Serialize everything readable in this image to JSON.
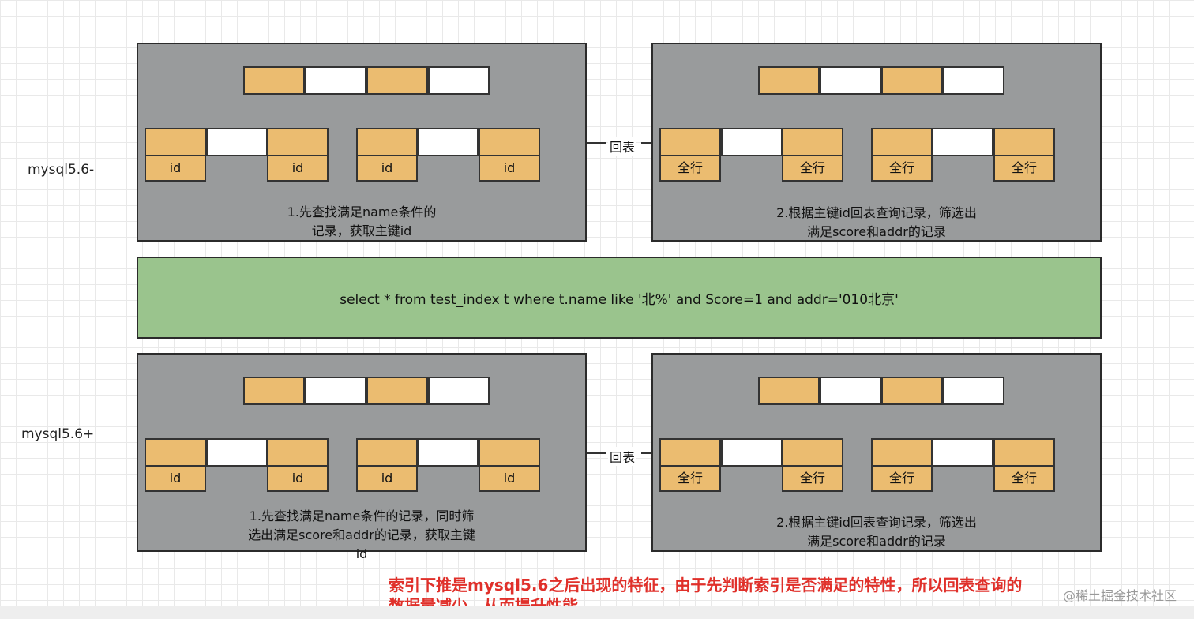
{
  "rows": [
    {
      "label": "mysql5.6-",
      "left_caption": [
        "1.先查找满足name条件的",
        "记录，获取主键id"
      ],
      "right_caption": [
        "2.根据主键id回表查询记录，筛选出",
        "满足score和addr的记录"
      ]
    },
    {
      "label": "mysql5.6+",
      "left_caption": [
        "1.先查找满足name条件的记录，同时筛",
        "选出满足score和addr的记录，获取主键",
        "id"
      ],
      "right_caption": [
        "2.根据主键id回表查询记录，筛选出",
        "满足score和addr的记录"
      ]
    }
  ],
  "leaf_text_left": "id",
  "leaf_text_right": "全行",
  "link_label": "回表",
  "sql": "select * from test_index t where t.name like '北%'  and Score=1 and addr='010北京'",
  "note": [
    "索引下推是mysql5.6之后出现的特征，由于先判断索引是否满足的特性，所以回表查询的",
    "数据量减少，从而提升性能"
  ],
  "watermark": "@稀土掘金技术社区",
  "colors": {
    "panel": "#999b9c",
    "index_cell": "#ebbc70",
    "sql_box": "#9ac48d",
    "note_text": "#e0302a"
  }
}
